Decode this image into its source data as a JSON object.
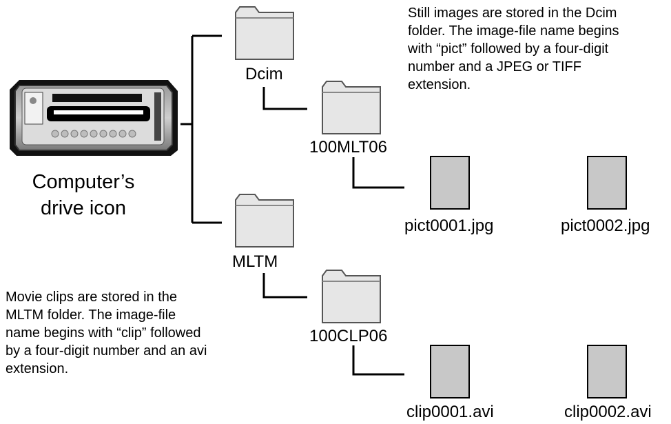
{
  "drive": {
    "label_line1": "Computer’s",
    "label_line2": "drive icon"
  },
  "folders": {
    "dcim": "Dcim",
    "dcim_sub": "100MLT06",
    "mltm": "MLTM",
    "mltm_sub": "100CLP06"
  },
  "files": {
    "image1": "pict0001.jpg",
    "image2": "pict0002.jpg",
    "clip1": "clip0001.avi",
    "clip2": "clip0002.avi"
  },
  "notes": {
    "still_images": [
      "Still images are stored in the Dcim",
      "folder. The image-file name begins",
      "with “pict” followed by a four-digit",
      "number and a JPEG or TIFF",
      "extension."
    ],
    "movie_clips": [
      "Movie clips are stored in the",
      "MLTM folder. The image-file",
      "name begins with “clip” followed",
      "by a four-digit number and an avi",
      "extension."
    ]
  },
  "colors": {
    "file_fill": "#c8c8c8",
    "folder_fill": "#e6e6e6",
    "line": "#000000"
  }
}
